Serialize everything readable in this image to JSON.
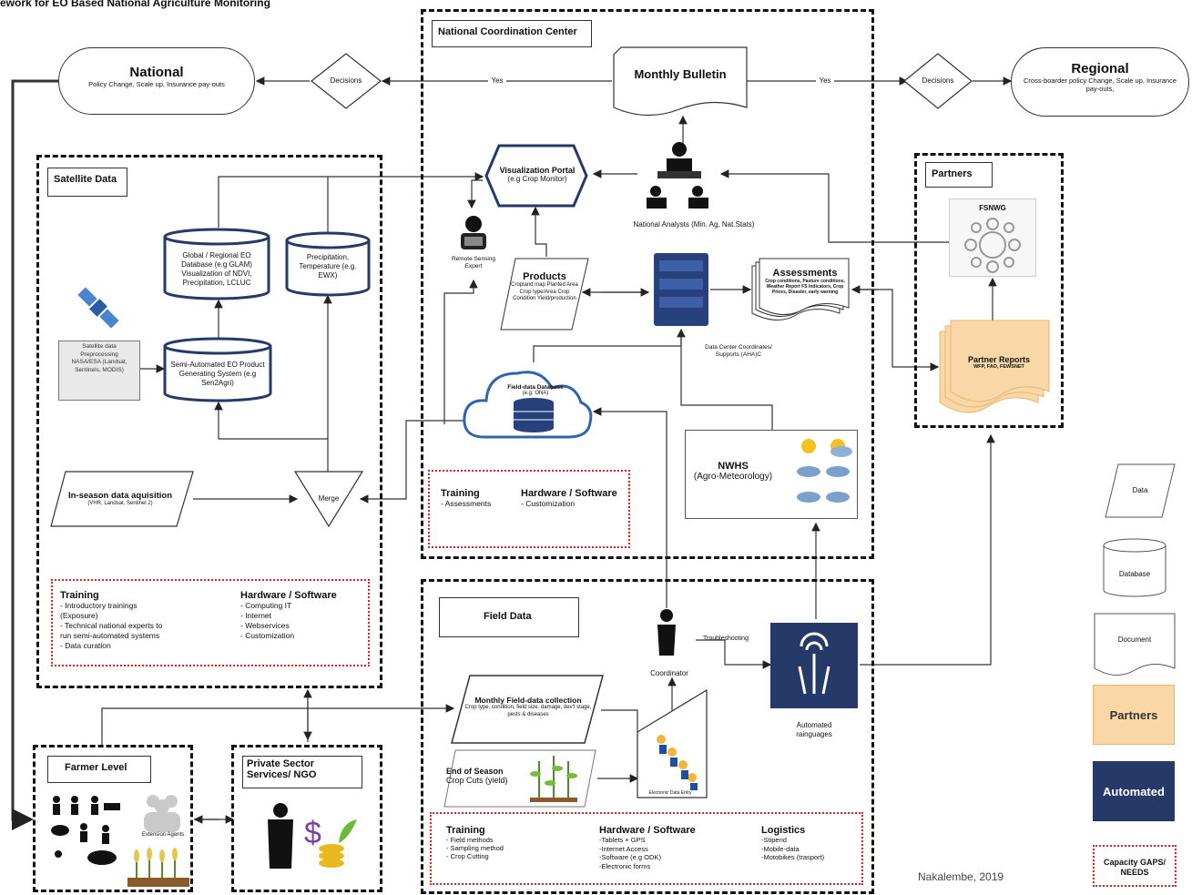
{
  "title": "ework for EO Based National Agriculture Monitoring",
  "national": {
    "title": "National",
    "subtitle": "Policy Change, Scale up, Insurance pay-outs"
  },
  "regional": {
    "title": "Regional",
    "subtitle": "Cross-boarder policy Change, Scale up, Insurance pay-outs,"
  },
  "decisions_left": "Decisions",
  "decisions_right": "Decisions",
  "yes_left": "Yes",
  "yes_right": "Yes",
  "ncc": {
    "label": "National Coordination Center",
    "bulletin": "Monthly Bulletin",
    "portal_title": "Visualization Portal",
    "portal_sub": "(e.g Crop Monitor)",
    "analysts": "National Analysts (Min. Ag, Nat.Stats)",
    "remote_expert": "Remote Sensing Expert",
    "products_title": "Products",
    "products_items": "Cropland map Planted Area Crop type/Area Crop Condition Yield/production",
    "assessments_title": "Assessments",
    "assessments_items": "Crop conditions, Pasture conditions, Weather Report FS Indicators, Crop Prices, Disaster, early warning",
    "data_center": "Data Center Coordinates/ Supports (AHA)C",
    "field_db_title": "Field-data Database",
    "field_db_sub": "(e.g. ONA)",
    "nwhs_title": "NWHS",
    "nwhs_sub": "(Agro-Meteorology)",
    "training_title": "Training",
    "training_items": [
      "- Assessments"
    ],
    "hw_title": "Hardware / Software",
    "hw_items": [
      "- Customization"
    ]
  },
  "satellite": {
    "label": "Satellite Data",
    "global_db": "Global / Regional EO Database (e.g GLAM) Visualization of NDVI, Precipitation, LCLUC",
    "precip_db": "Precipitation, Temperature (e.g. EWX)",
    "preproc": "Satellite data Preprocessing NASA/ESA (Landsat, Sentinels, MODIS)",
    "semi_auto": "Semi-Automated EO Product Generating System (e.g Sen2Agri)",
    "in_season_title": "In-season data aquisition",
    "in_season_sub": "(VHR, Landsat, Sentinel 2)",
    "merge": "Merge",
    "training_title": "Training",
    "training_items": [
      "- Introductory trainings",
      "(Exposure)",
      "- Technical national experts to",
      "run semi-automated systems",
      "- Data curation"
    ],
    "hw_title": "Hardware / Software",
    "hw_items": [
      "- Computing IT",
      "- Internet",
      "- Webservices",
      "- Customization"
    ]
  },
  "partners": {
    "label": "Partners",
    "fsnwg": "FSNWG",
    "reports_title": "Partner Reports",
    "reports_sub": "WFP, FAO, FEWSNET"
  },
  "field": {
    "label": "Field Data",
    "coordinator": "Coordinator",
    "troubleshooting": "Troubleshooting",
    "rainguages": "Automated rainguages",
    "monthly_title": "Monthly Field-data collection",
    "monthly_sub": "Crop type, condition, field size, damage, dev't stage, pests & diseases",
    "eos_title": "End of Season",
    "eos_sub": "Crop Cuts (yield)",
    "electronic": "Electronic Data Entry",
    "training_title": "Training",
    "training_items": [
      "- Field methods",
      "- Sampling method",
      "- Crop Cutting"
    ],
    "hw_title": "Hardware / Software",
    "hw_items": [
      "-Tablets + GPS",
      "-Internet Access",
      "-Software (e.g ODK)",
      "-Electronic forms"
    ],
    "log_title": "Logistics",
    "log_items": [
      "-Stipend",
      "-Mobile-data",
      "-Motobikes (trasport)"
    ]
  },
  "farmer": {
    "label": "Farmer Level",
    "extension": "Extension Agents"
  },
  "private": {
    "label": "Private Sector Services/ NGO"
  },
  "legend": {
    "data": "Data",
    "database": "Database",
    "document": "Document",
    "partners": "Partners",
    "automated": "Automated",
    "capacity": "Capacity GAPS/ NEEDS"
  },
  "credit": "Nakalembe, 2019",
  "colors": {
    "navy": "#263a6a",
    "partner_fill": "#f9d7a6",
    "capacity_dots": "#dd2222"
  }
}
